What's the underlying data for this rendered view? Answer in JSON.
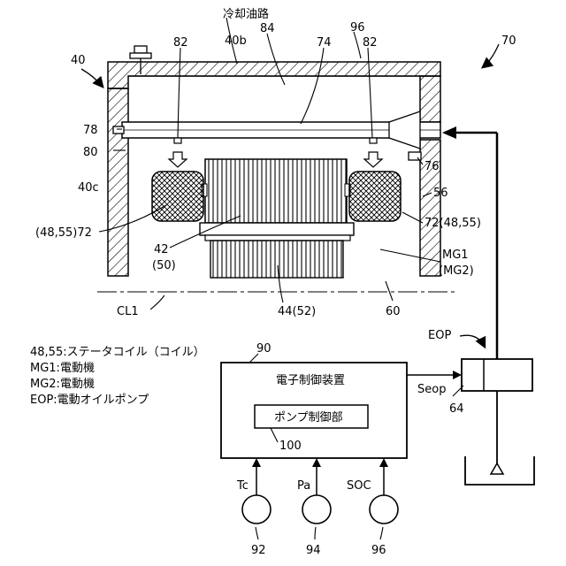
{
  "labels": {
    "ref_70": "70",
    "ref_40": "40",
    "ref_40b": "40b",
    "ref_40c": "40c",
    "cooling_path_title": "冷却油路",
    "ref_84": "84",
    "ref_74": "74",
    "ref_96_top": "96",
    "ref_82_left": "82",
    "ref_82_right": "82",
    "ref_78": "78",
    "ref_80": "80",
    "ref_76": "76",
    "ref_56": "56",
    "ref_72_left": "(48,55)72",
    "ref_72_right": "72(48,55)",
    "ref_42": "42",
    "ref_50": "(50)",
    "ref_44": "44(52)",
    "ref_mg1": "MG1",
    "ref_mg2": "(MG2)",
    "ref_cl1": "CL1",
    "ref_60": "60",
    "ref_eop": "EOP",
    "ref_90": "90",
    "ecu_title": "電子制御装置",
    "pump_ctrl": "ポンプ制御部",
    "ref_100": "100",
    "seop": "Seop",
    "ref_64": "64",
    "tc": "Tc",
    "pa": "Pa",
    "soc": "SOC",
    "ref_92": "92",
    "ref_94": "94",
    "ref_96_bottom": "96"
  },
  "legend": [
    "48,55:ステータコイル（コイル）",
    "MG1:電動機",
    "MG2:電動機",
    "EOP:電動オイルポンプ"
  ]
}
